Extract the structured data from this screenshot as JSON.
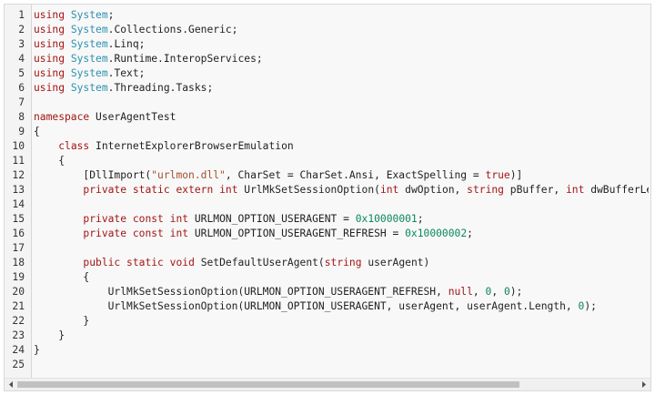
{
  "code_lines": [
    {
      "n": "1",
      "tokens": [
        {
          "t": "using",
          "c": "kw"
        },
        {
          "t": " ",
          "c": "pl"
        },
        {
          "t": "System",
          "c": "ty"
        },
        {
          "t": ";",
          "c": "pl"
        }
      ]
    },
    {
      "n": "2",
      "tokens": [
        {
          "t": "using",
          "c": "kw"
        },
        {
          "t": " ",
          "c": "pl"
        },
        {
          "t": "System",
          "c": "ty"
        },
        {
          "t": ".Collections.Generic;",
          "c": "pl"
        }
      ]
    },
    {
      "n": "3",
      "tokens": [
        {
          "t": "using",
          "c": "kw"
        },
        {
          "t": " ",
          "c": "pl"
        },
        {
          "t": "System",
          "c": "ty"
        },
        {
          "t": ".Linq;",
          "c": "pl"
        }
      ]
    },
    {
      "n": "4",
      "tokens": [
        {
          "t": "using",
          "c": "kw"
        },
        {
          "t": " ",
          "c": "pl"
        },
        {
          "t": "System",
          "c": "ty"
        },
        {
          "t": ".Runtime.InteropServices;",
          "c": "pl"
        }
      ]
    },
    {
      "n": "5",
      "tokens": [
        {
          "t": "using",
          "c": "kw"
        },
        {
          "t": " ",
          "c": "pl"
        },
        {
          "t": "System",
          "c": "ty"
        },
        {
          "t": ".Text;",
          "c": "pl"
        }
      ]
    },
    {
      "n": "6",
      "tokens": [
        {
          "t": "using",
          "c": "kw"
        },
        {
          "t": " ",
          "c": "pl"
        },
        {
          "t": "System",
          "c": "ty"
        },
        {
          "t": ".Threading.Tasks;",
          "c": "pl"
        }
      ]
    },
    {
      "n": "7",
      "tokens": []
    },
    {
      "n": "8",
      "tokens": [
        {
          "t": "namespace",
          "c": "kw"
        },
        {
          "t": " UserAgentTest",
          "c": "pl"
        }
      ]
    },
    {
      "n": "9",
      "tokens": [
        {
          "t": "{",
          "c": "pl"
        }
      ]
    },
    {
      "n": "10",
      "tokens": [
        {
          "t": "    ",
          "c": "pl"
        },
        {
          "t": "class",
          "c": "kw"
        },
        {
          "t": " InternetExplorerBrowserEmulation",
          "c": "pl"
        }
      ]
    },
    {
      "n": "11",
      "tokens": [
        {
          "t": "    {",
          "c": "pl"
        }
      ]
    },
    {
      "n": "12",
      "tokens": [
        {
          "t": "        [DllImport(",
          "c": "pl"
        },
        {
          "t": "\"urlmon.dll\"",
          "c": "st"
        },
        {
          "t": ", CharSet = CharSet.Ansi, ExactSpelling = ",
          "c": "pl"
        },
        {
          "t": "true",
          "c": "kw"
        },
        {
          "t": ")]",
          "c": "pl"
        }
      ]
    },
    {
      "n": "13",
      "tokens": [
        {
          "t": "        ",
          "c": "pl"
        },
        {
          "t": "private",
          "c": "kw"
        },
        {
          "t": " ",
          "c": "pl"
        },
        {
          "t": "static",
          "c": "kw"
        },
        {
          "t": " ",
          "c": "pl"
        },
        {
          "t": "extern",
          "c": "kw"
        },
        {
          "t": " ",
          "c": "pl"
        },
        {
          "t": "int",
          "c": "kw"
        },
        {
          "t": " UrlMkSetSessionOption(",
          "c": "pl"
        },
        {
          "t": "int",
          "c": "kw"
        },
        {
          "t": " dwOption, ",
          "c": "pl"
        },
        {
          "t": "string",
          "c": "kw"
        },
        {
          "t": " pBuffer, ",
          "c": "pl"
        },
        {
          "t": "int",
          "c": "kw"
        },
        {
          "t": " dwBufferLe",
          "c": "pl"
        }
      ]
    },
    {
      "n": "14",
      "tokens": []
    },
    {
      "n": "15",
      "tokens": [
        {
          "t": "        ",
          "c": "pl"
        },
        {
          "t": "private",
          "c": "kw"
        },
        {
          "t": " ",
          "c": "pl"
        },
        {
          "t": "const",
          "c": "kw"
        },
        {
          "t": " ",
          "c": "pl"
        },
        {
          "t": "int",
          "c": "kw"
        },
        {
          "t": " URLMON_OPTION_USERAGENT = ",
          "c": "pl"
        },
        {
          "t": "0x10000001",
          "c": "nu"
        },
        {
          "t": ";",
          "c": "pl"
        }
      ]
    },
    {
      "n": "16",
      "tokens": [
        {
          "t": "        ",
          "c": "pl"
        },
        {
          "t": "private",
          "c": "kw"
        },
        {
          "t": " ",
          "c": "pl"
        },
        {
          "t": "const",
          "c": "kw"
        },
        {
          "t": " ",
          "c": "pl"
        },
        {
          "t": "int",
          "c": "kw"
        },
        {
          "t": " URLMON_OPTION_USERAGENT_REFRESH = ",
          "c": "pl"
        },
        {
          "t": "0x10000002",
          "c": "nu"
        },
        {
          "t": ";",
          "c": "pl"
        }
      ]
    },
    {
      "n": "17",
      "tokens": []
    },
    {
      "n": "18",
      "tokens": [
        {
          "t": "        ",
          "c": "pl"
        },
        {
          "t": "public",
          "c": "kw"
        },
        {
          "t": " ",
          "c": "pl"
        },
        {
          "t": "static",
          "c": "kw"
        },
        {
          "t": " ",
          "c": "pl"
        },
        {
          "t": "void",
          "c": "kw"
        },
        {
          "t": " SetDefaultUserAgent(",
          "c": "pl"
        },
        {
          "t": "string",
          "c": "kw"
        },
        {
          "t": " userAgent)",
          "c": "pl"
        }
      ]
    },
    {
      "n": "19",
      "tokens": [
        {
          "t": "        {",
          "c": "pl"
        }
      ]
    },
    {
      "n": "20",
      "tokens": [
        {
          "t": "            UrlMkSetSessionOption(URLMON_OPTION_USERAGENT_REFRESH, ",
          "c": "pl"
        },
        {
          "t": "null",
          "c": "kw"
        },
        {
          "t": ", ",
          "c": "pl"
        },
        {
          "t": "0",
          "c": "nu"
        },
        {
          "t": ", ",
          "c": "pl"
        },
        {
          "t": "0",
          "c": "nu"
        },
        {
          "t": ");",
          "c": "pl"
        }
      ]
    },
    {
      "n": "21",
      "tokens": [
        {
          "t": "            UrlMkSetSessionOption(URLMON_OPTION_USERAGENT, userAgent, userAgent.Length, ",
          "c": "pl"
        },
        {
          "t": "0",
          "c": "nu"
        },
        {
          "t": ");",
          "c": "pl"
        }
      ]
    },
    {
      "n": "22",
      "tokens": [
        {
          "t": "        }",
          "c": "pl"
        }
      ]
    },
    {
      "n": "23",
      "tokens": [
        {
          "t": "    }",
          "c": "pl"
        }
      ]
    },
    {
      "n": "24",
      "tokens": [
        {
          "t": "}",
          "c": "pl"
        }
      ]
    },
    {
      "n": "25",
      "tokens": []
    }
  ],
  "scrollbar": {
    "left_icon": "arrow-left-icon",
    "right_icon": "arrow-right-icon"
  },
  "colors": {
    "keyword": "#a31515",
    "type": "#2b91af",
    "string": "#a0522d",
    "number": "#09885a",
    "text": "#1f1f1f"
  }
}
